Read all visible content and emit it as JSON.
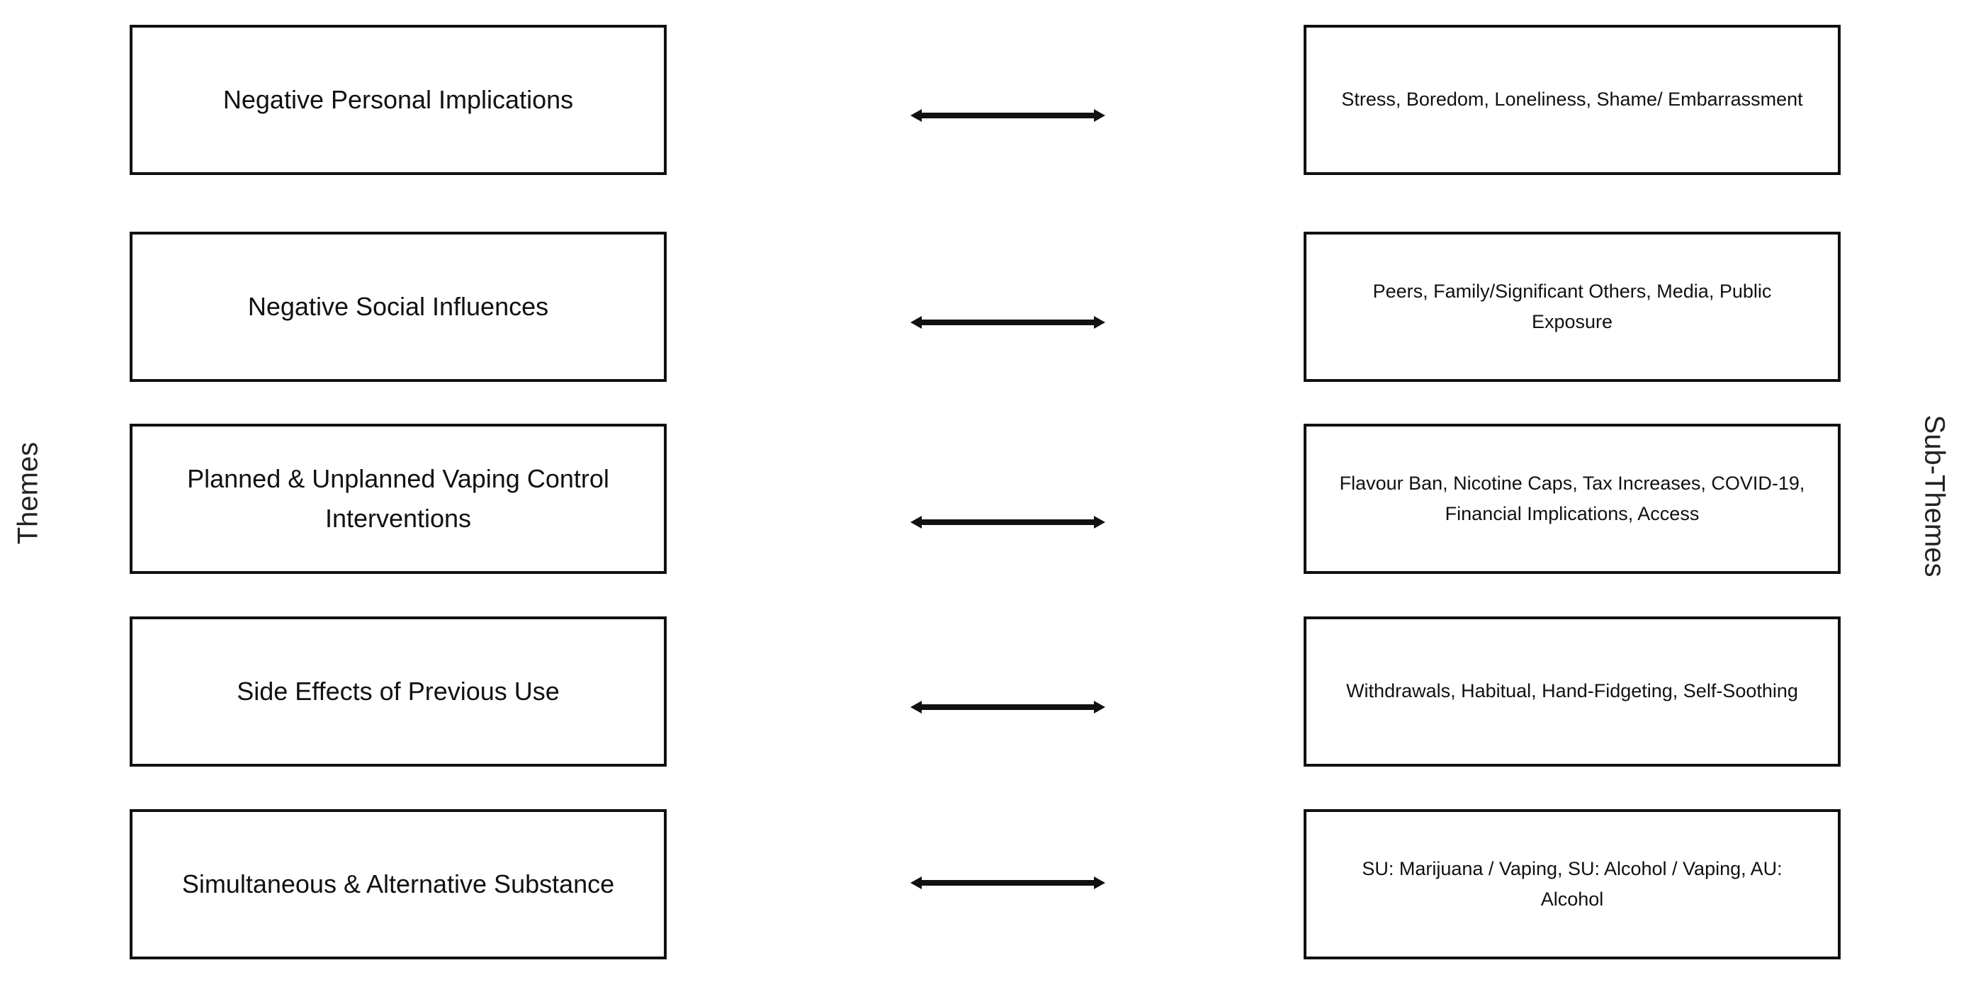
{
  "labels": {
    "left": "Themes",
    "right": "Sub-Themes"
  },
  "rows": [
    {
      "theme": "Negative Personal Implications",
      "subthemes": "Stress, Boredom, Loneliness, Shame/ Embarrassment"
    },
    {
      "theme": "Negative Social Influences",
      "subthemes": "Peers, Family/Significant Others, Media, Public Exposure"
    },
    {
      "theme": "Planned & Unplanned Vaping Control Interventions",
      "subthemes": "Flavour Ban, Nicotine Caps, Tax Increases, COVID-19, Financial Implications, Access"
    },
    {
      "theme": "Side Effects of Previous Use",
      "subthemes": "Withdrawals, Habitual, Hand-Fidgeting, Self-Soothing"
    },
    {
      "theme": "Simultaneous & Alternative Substance",
      "subthemes": "SU: Marijuana / Vaping, SU: Alcohol / Vaping,  AU: Alcohol"
    }
  ]
}
